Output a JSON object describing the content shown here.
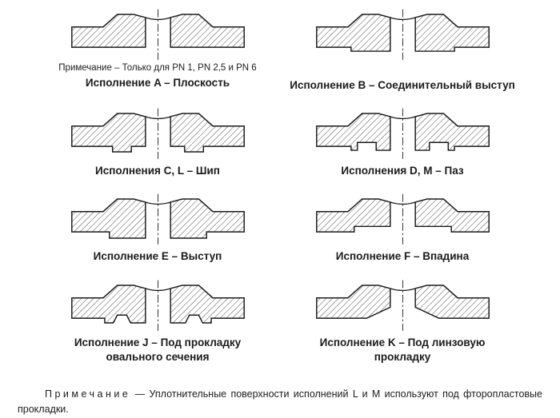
{
  "figures": [
    {
      "code": "A",
      "type": "flat",
      "note": "Примечание – Только для PN 1, PN 2,5 и PN 6",
      "caption": "Исполнение A – Плоскость"
    },
    {
      "code": "B",
      "type": "raised",
      "caption": "Исполнение B – Соединительный выступ"
    },
    {
      "code": "C, L",
      "type": "tongue",
      "caption": "Исполнения C, L – Шип"
    },
    {
      "code": "D, M",
      "type": "groove",
      "caption": "Исполнения D, M – Паз"
    },
    {
      "code": "E",
      "type": "spigot",
      "caption": "Исполнение E – Выступ"
    },
    {
      "code": "F",
      "type": "recess",
      "caption": "Исполнение F – Впадина"
    },
    {
      "code": "J",
      "type": "oval",
      "caption": "Исполнение J – Под прокладку овального сечения"
    },
    {
      "code": "K",
      "type": "lens",
      "caption": "Исполнение K – Под линзовую прокладку"
    }
  ],
  "footnote": {
    "label": "Примечание",
    "text": "— Уплотнительные поверхности исполнений L и M используют под фторопластовые прокладки."
  },
  "colors": {
    "line": "#1b1b1b",
    "background": "#ffffff"
  }
}
